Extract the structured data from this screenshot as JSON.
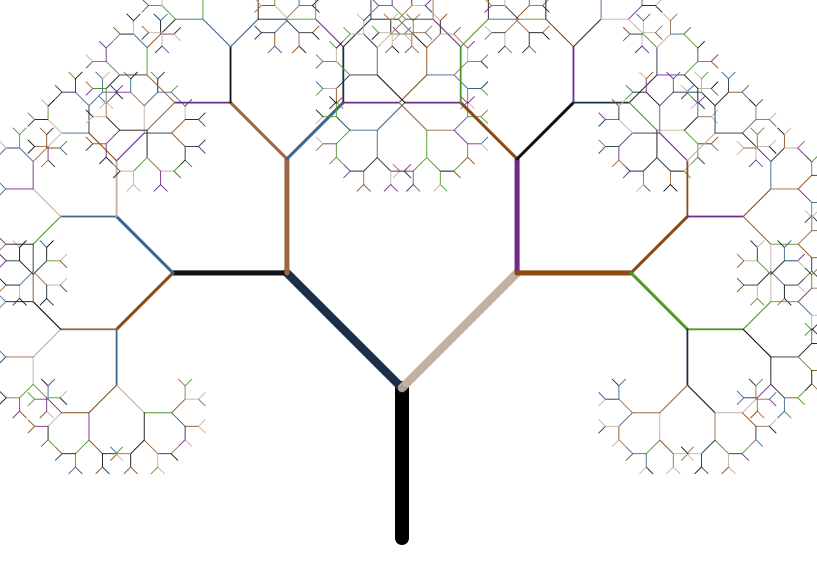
{
  "diagram": {
    "type": "recursive-fractal-tree",
    "depth": 9,
    "branch_angle_degrees": 45,
    "length_ratio": 0.7,
    "width_ratio": 0.6,
    "trunk_color": "#000000",
    "palette": [
      "#1c2f47",
      "#3a6792",
      "#8b4a14",
      "#6f2a8a",
      "#4c9a2a",
      "#c2b0a0",
      "#9b6a45",
      "#111111"
    ],
    "junction_marker": "star-icon"
  }
}
